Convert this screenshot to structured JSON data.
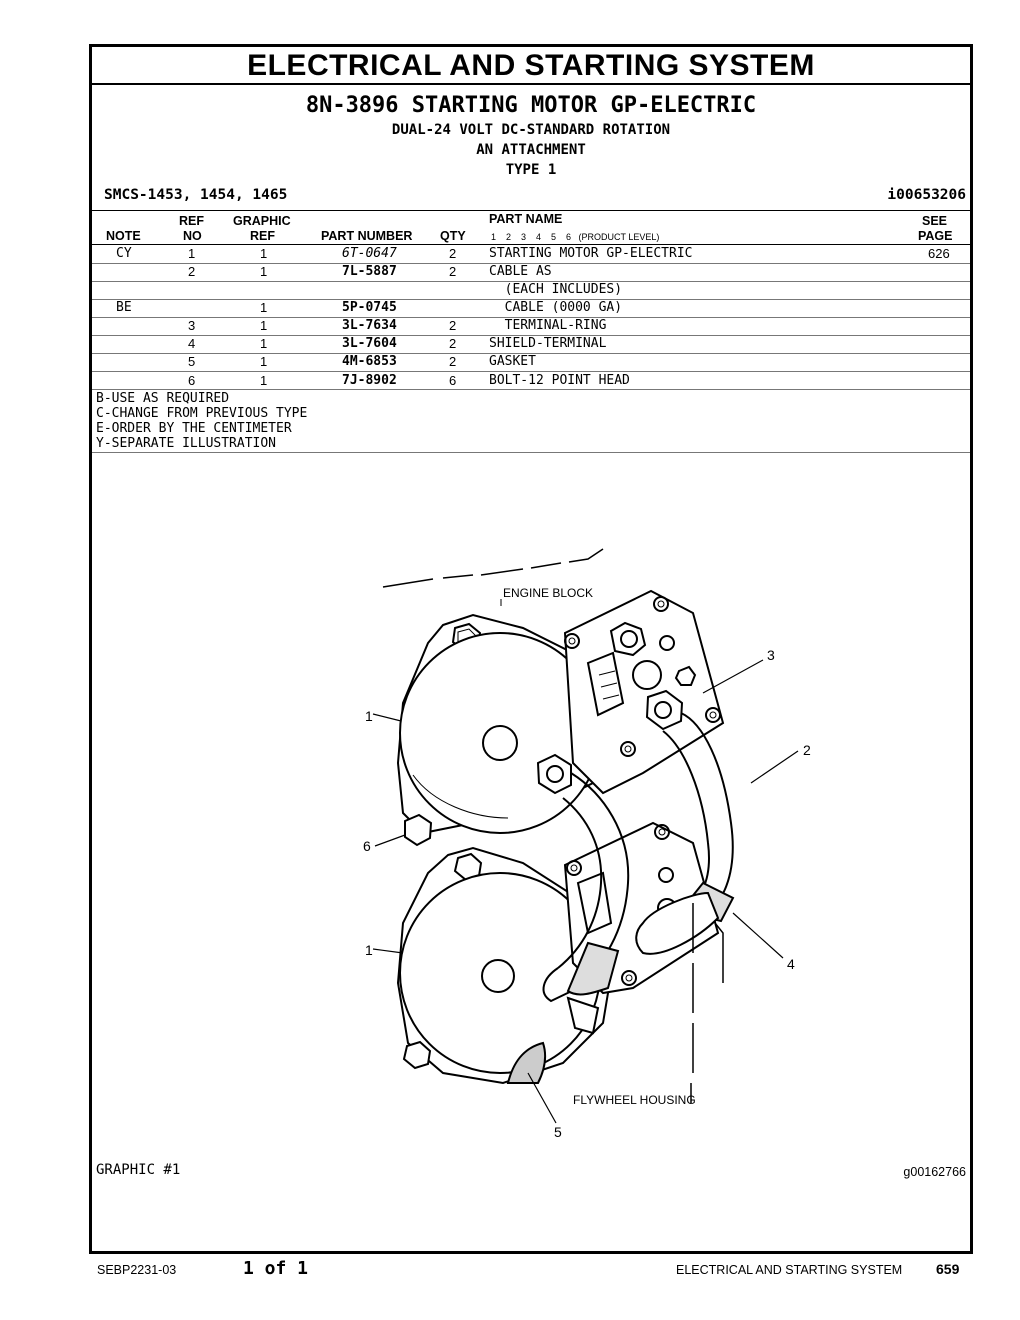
{
  "header": {
    "section_title": "ELECTRICAL AND STARTING SYSTEM",
    "group_title": "8N-3896 STARTING MOTOR GP-ELECTRIC",
    "subtitle_lines": [
      "DUAL-24 VOLT DC-STANDARD ROTATION",
      "AN ATTACHMENT",
      "TYPE 1"
    ],
    "smcs": "SMCS-1453, 1454, 1465",
    "illustration_id": "i00653206"
  },
  "table": {
    "headers": {
      "note": "NOTE",
      "ref_no_top": "REF",
      "ref_no_bottom": "NO",
      "graphic_ref_top": "GRAPHIC",
      "graphic_ref_bottom": "REF",
      "part_number": "PART NUMBER",
      "qty": "QTY",
      "part_name": "PART NAME",
      "product_level": "1    2    3    4    5    6   (PRODUCT LEVEL)",
      "see_page_top": "SEE",
      "see_page_bottom": "PAGE"
    },
    "rows": [
      {
        "note": "CY",
        "ref": "1",
        "graphic": "1",
        "part": "6T-0647",
        "qty": "2",
        "name": "STARTING MOTOR GP-ELECTRIC",
        "page": "626"
      },
      {
        "note": "",
        "ref": "2",
        "graphic": "1",
        "part": "7L-5887",
        "qty": "2",
        "name": "CABLE AS",
        "page": ""
      },
      {
        "note": "",
        "ref": "",
        "graphic": "",
        "part": "",
        "qty": "",
        "name": "  (EACH INCLUDES)",
        "page": ""
      },
      {
        "note": "BE",
        "ref": "",
        "graphic": "1",
        "part": "5P-0745",
        "qty": "",
        "name": "  CABLE (0000 GA)",
        "page": ""
      },
      {
        "note": "",
        "ref": "3",
        "graphic": "1",
        "part": "3L-7634",
        "qty": "2",
        "name": "  TERMINAL-RING",
        "page": ""
      },
      {
        "note": "",
        "ref": "4",
        "graphic": "1",
        "part": "3L-7604",
        "qty": "2",
        "name": "SHIELD-TERMINAL",
        "page": ""
      },
      {
        "note": "",
        "ref": "5",
        "graphic": "1",
        "part": "4M-6853",
        "qty": "2",
        "name": "GASKET",
        "page": ""
      },
      {
        "note": "",
        "ref": "6",
        "graphic": "1",
        "part": "7J-8902",
        "qty": "6",
        "name": "BOLT-12 POINT HEAD",
        "page": ""
      }
    ]
  },
  "notes": [
    "B-USE AS REQUIRED",
    "C-CHANGE FROM PREVIOUS TYPE",
    "E-ORDER BY THE CENTIMETER",
    "Y-SEPARATE ILLUSTRATION"
  ],
  "graphic": {
    "label": "GRAPHIC #1",
    "id": "g00162766",
    "callouts": {
      "engine_block": "ENGINE BLOCK",
      "flywheel_housing": "FLYWHEEL HOUSING",
      "c1a": "1",
      "c1b": "1",
      "c2": "2",
      "c3": "3",
      "c4": "4",
      "c5": "5",
      "c6": "6"
    }
  },
  "footer": {
    "doc_number": "SEBP2231-03",
    "page_of": "1 of 1",
    "section": "ELECTRICAL AND STARTING SYSTEM",
    "page_number": "659"
  }
}
